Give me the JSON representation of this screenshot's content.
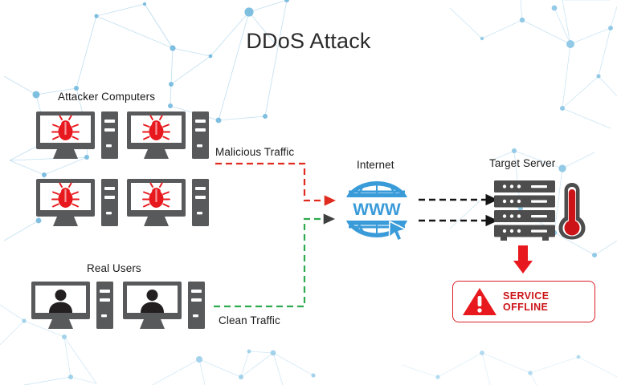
{
  "page": {
    "title": "DDoS Attack",
    "background_color": "#ffffff",
    "decor_color": "#8fc4e3"
  },
  "sections": {
    "attackers": {
      "label": "Attacker Computers",
      "icon": "bug-icon",
      "icon_color": "#e8191e",
      "device_color": "#58595b",
      "rows": 2,
      "per_row": 2
    },
    "users": {
      "label": "Real Users",
      "icon": "person-icon",
      "icon_color": "#231f20",
      "device_color": "#58595b",
      "rows": 1,
      "per_row": 2
    },
    "internet": {
      "label": "Internet",
      "icon": "globe-www-icon",
      "glyph_text": "WWW",
      "color": "#3a9bd9"
    },
    "server": {
      "label": "Target Server",
      "icon": "server-rack-icon",
      "units": 4,
      "color": "#4d4d4d",
      "thermometer_icon": "thermometer-icon",
      "thermometer_color": "#cc1418"
    }
  },
  "flows": {
    "malicious": {
      "label": "Malicious Traffic",
      "color": "#e02b20",
      "style": "dashed"
    },
    "clean": {
      "label": "Clean Traffic",
      "color": "#2eaa4f",
      "style": "dashed"
    },
    "internet_to_server": {
      "label": "",
      "color": "#151515",
      "style": "dashed",
      "count": 2
    },
    "server_to_status": {
      "label": "",
      "color": "#e8191e",
      "style": "solid-arrow-down"
    }
  },
  "status": {
    "text": "SERVICE OFFLINE",
    "icon": "warning-triangle-icon",
    "text_color": "#cc1418",
    "border_color": "#d81f26"
  }
}
